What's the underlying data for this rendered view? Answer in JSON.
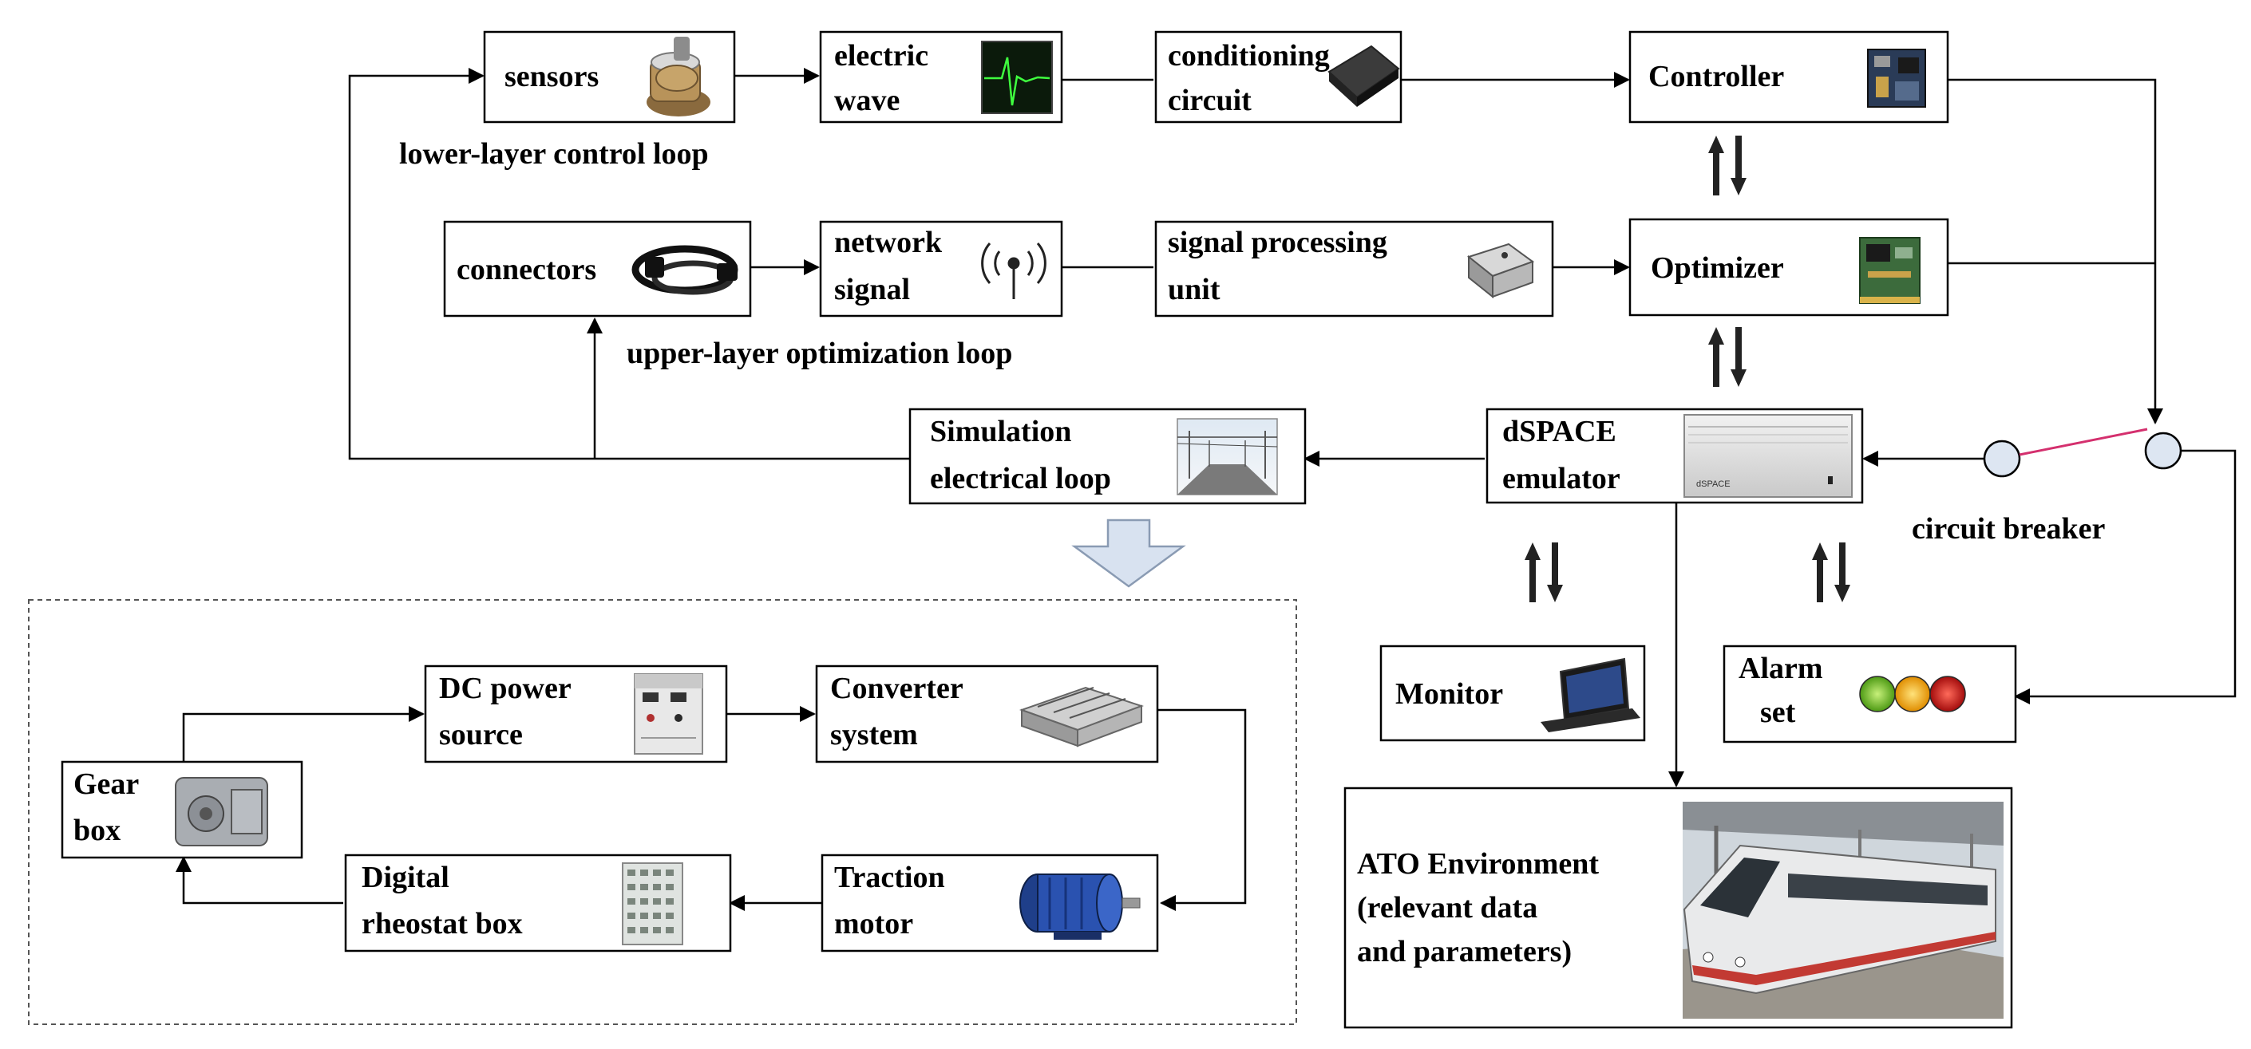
{
  "nodes": {
    "sensors": "sensors",
    "electric_wave": [
      "electric",
      "wave"
    ],
    "conditioning_circuit": [
      "conditioning",
      "circuit"
    ],
    "controller": "Controller",
    "connectors": "connectors",
    "network_signal": [
      "network",
      "signal"
    ],
    "signal_processing_unit": [
      "signal processing",
      "unit"
    ],
    "optimizer": "Optimizer",
    "simulation_loop": [
      "Simulation",
      "electrical loop"
    ],
    "dspace": [
      "dSPACE",
      "emulator"
    ],
    "monitor": "Monitor",
    "alarm": [
      "Alarm",
      "set"
    ],
    "ato": [
      "ATO Environment",
      "(relevant data",
      "and parameters)"
    ],
    "dc_power": [
      "DC power",
      "source"
    ],
    "converter": [
      "Converter",
      "system"
    ],
    "gear_box": [
      "Gear",
      "box"
    ],
    "rheostat": [
      "Digital",
      "rheostat box"
    ],
    "traction": [
      "Traction",
      "motor"
    ]
  },
  "labels": {
    "lower_loop": "lower-layer control loop",
    "upper_loop": "upper-layer optimization loop",
    "circuit_breaker": "circuit breaker",
    "dspace_logo": "dSPACE"
  },
  "colors": {
    "breaker_line": "#d4306e",
    "alarm_green": "#6fbf2a",
    "alarm_yellow": "#f2b21b",
    "alarm_red": "#d11f1f",
    "hollow_arrow": "#d8e2f0"
  }
}
